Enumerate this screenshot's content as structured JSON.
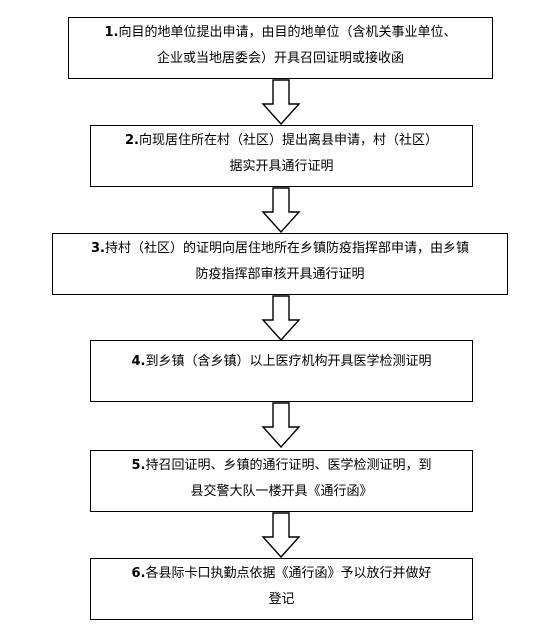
{
  "steps": [
    {
      "num": "1.",
      "line1": "向目的地单位提出申请，由目的地单位（含机关事业单位、",
      "line2": "企业或当地居委会）开具召回证明或接收函"
    },
    {
      "num": "2.",
      "line1": "向现居住所在村（社区）提出离县申请，村（社区）",
      "line2": "据实开具通行证明"
    },
    {
      "num": "3.",
      "line1": "持村（社区）的证明向居住地所在乡镇防疫指挥部申请，由乡镇",
      "line2": "防疫指挥部审核开具通行证明"
    },
    {
      "num": "4.",
      "line1": "到乡镇（含乡镇）以上医疗机构开具医学检测证明",
      "line2": ""
    },
    {
      "num": "5.",
      "line1": "持召回证明、乡镇的通行证明、医学检测证明，到",
      "line2": "县交警大队一楼开具《通行函》"
    },
    {
      "num": "6.",
      "line1": "各县际卡口执勤点依据《通行函》予以放行并做好",
      "line2": "登记"
    }
  ]
}
